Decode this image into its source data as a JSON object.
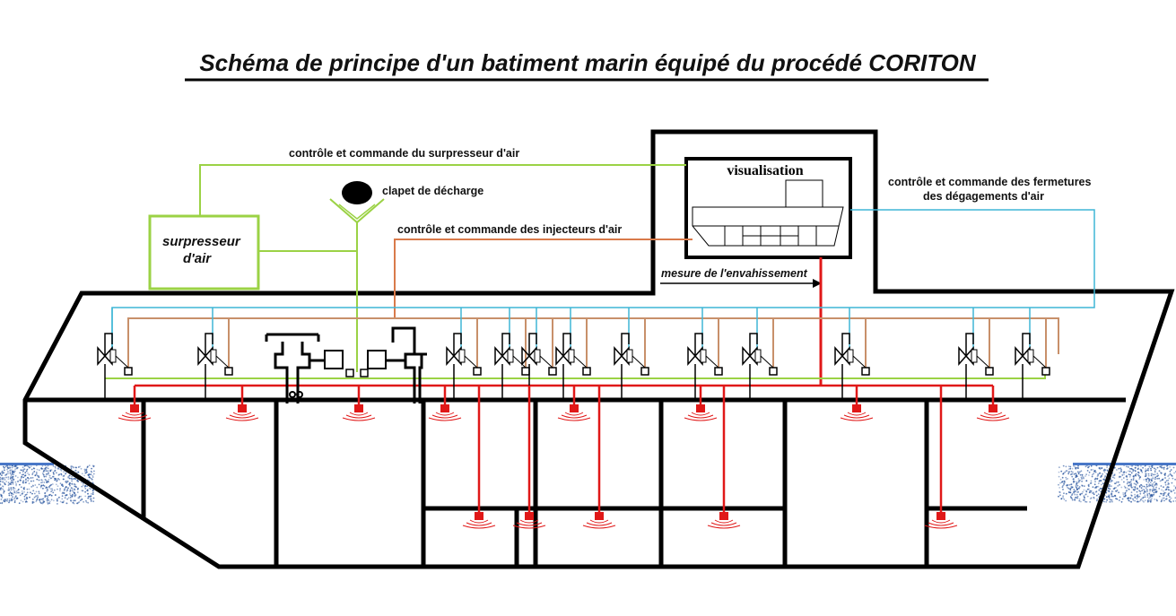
{
  "title": "Schéma de principe d'un batiment marin équipé du procédé CORITON",
  "labels": {
    "supercharger_control": "contrôle et commande du surpresseur d'air",
    "relief_valve": "clapet de décharge",
    "injector_control": "contrôle et commande des injecteurs d'air",
    "flooding_measure": "mesure de l'envahissement",
    "vent_control_1": "contrôle et commande des fermetures",
    "vent_control_2": "des dégagements d'air",
    "supercharger_1": "surpresseur",
    "supercharger_2": "d'air",
    "visualisation": "visualisation"
  },
  "colors": {
    "hull": "#000000",
    "green_line": "#9bd245",
    "cyan_line": "#3fb6d6",
    "brown_line": "#c8906a",
    "orange_line": "#d97a4a",
    "red_line": "#e01818",
    "water": "#4a78c8",
    "spray": "#2b57a0"
  }
}
